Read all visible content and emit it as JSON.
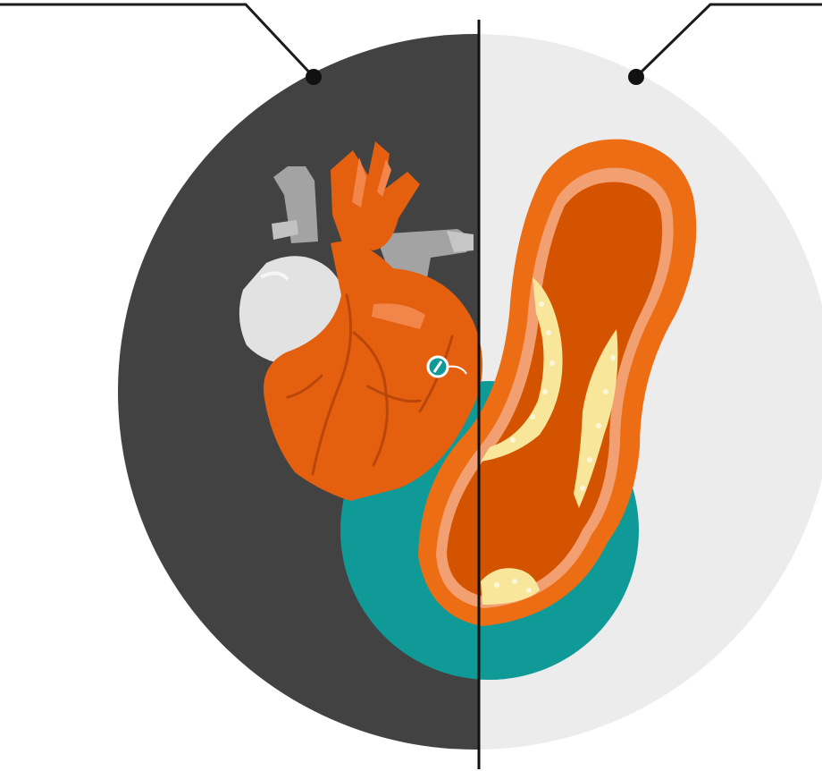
{
  "illustration": {
    "type": "medical infographic",
    "left_half": "heart",
    "right_half": "artery-with-plaque",
    "callout_labels": [
      "",
      ""
    ]
  },
  "colors": {
    "dark_background": "#424242",
    "light_background": "#ececec",
    "heart_orange": "#e4600f",
    "artery_orange": "#ec6d14",
    "artery_lumen": "#d35300",
    "artery_wall_line": "#f2a071",
    "plaque": "#f8e79a",
    "teal": "#0f9a98",
    "vessel_gray": "#a3a3a3",
    "atrium_white": "#e2e2e2",
    "divider": "#111111"
  }
}
